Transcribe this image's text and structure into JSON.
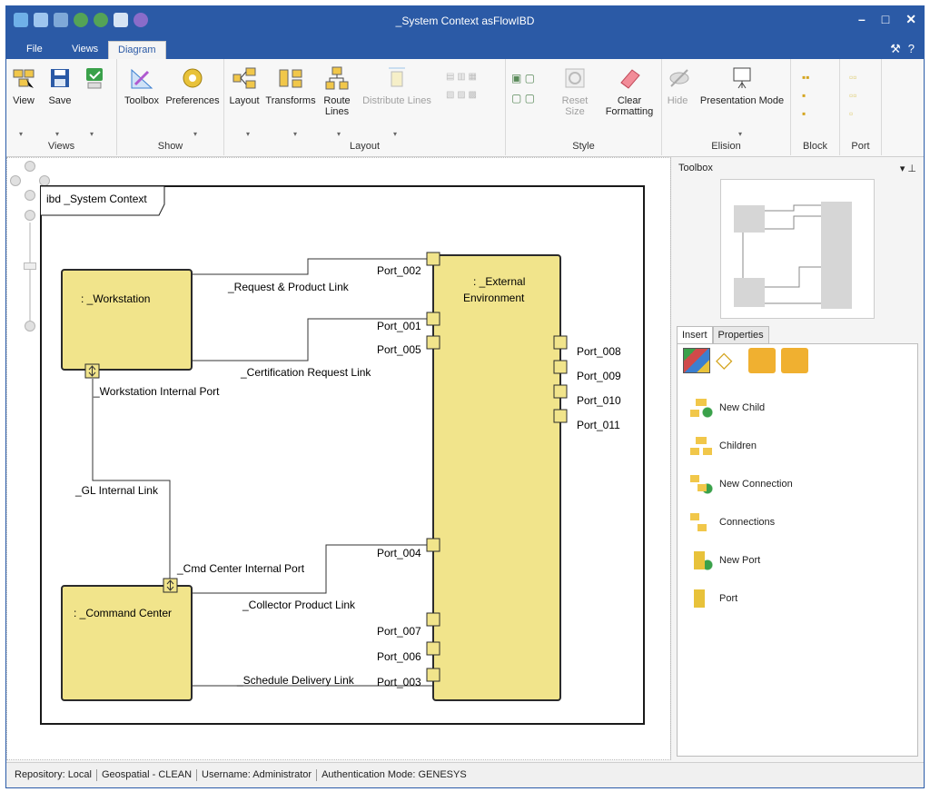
{
  "window": {
    "title": "_System Context asFlowIBD"
  },
  "tabs": [
    "File",
    "Views",
    "Diagram"
  ],
  "ribbon": {
    "views": {
      "label": "Views",
      "view": "View",
      "save": "Save"
    },
    "show": {
      "label": "Show",
      "toolbox": "Toolbox",
      "preferences": "Preferences"
    },
    "layout": {
      "label": "Layout",
      "layout": "Layout",
      "transforms": "Transforms",
      "route_lines": "Route Lines",
      "distribute_lines": "Distribute Lines"
    },
    "style": {
      "label": "Style",
      "reset_size": "Reset Size",
      "clear_formatting": "Clear Formatting"
    },
    "elision": {
      "label": "Elision",
      "hide": "Hide",
      "presentation_mode": "Presentation Mode"
    },
    "block": {
      "label": "Block"
    },
    "port": {
      "label": "Port"
    }
  },
  "diagram": {
    "frame_title": "ibd _System Context",
    "blocks": {
      "workstation": ": _Workstation",
      "command_center": ": _Command Center",
      "external_l1": ": _External",
      "external_l2": "Environment"
    },
    "ports": [
      "Port_002",
      "Port_001",
      "Port_005",
      "Port_004",
      "Port_007",
      "Port_006",
      "Port_003",
      "Port_008",
      "Port_009",
      "Port_010",
      "Port_011"
    ],
    "port_labels": {
      "workstation_internal": "_Workstation Internal Port",
      "cmd_center_internal": "_Cmd Center Internal Port"
    },
    "links": {
      "request_product": "_Request & Product Link",
      "certification_request": "_Certification Request Link",
      "gl_internal": "_GL Internal Link",
      "collector_product": "_Collector Product Link",
      "schedule_delivery": "_Schedule Delivery Link"
    }
  },
  "toolbox": {
    "title": "Toolbox",
    "tabs": [
      "Insert",
      "Properties"
    ],
    "items": [
      "New Child",
      "Children",
      "New Connection",
      "Connections",
      "New Port",
      "Port"
    ]
  },
  "status": {
    "repository": "Repository: Local",
    "project": "Geospatial - CLEAN",
    "username": "Username: Administrator",
    "auth": "Authentication Mode: GENESYS"
  },
  "colors": {
    "titlebar": "#2b5aa6",
    "block_fill": "#f1e48b",
    "block_stroke": "#2b2b2b"
  }
}
